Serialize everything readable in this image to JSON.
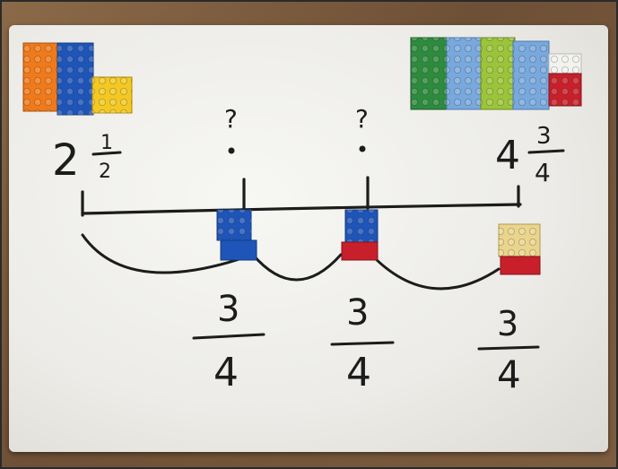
{
  "whiteboard": {
    "start_whole": "2",
    "start_numerator": "1",
    "start_denominator": "2",
    "end_whole": "4",
    "end_numerator": "3",
    "end_denominator": "4",
    "unknown_1": "?",
    "unknown_2": "?",
    "jumps": [
      {
        "numerator": "3",
        "denominator": "4"
      },
      {
        "numerator": "3",
        "denominator": "4"
      },
      {
        "numerator": "3",
        "denominator": "4"
      }
    ]
  },
  "colors": {
    "orange": "#f07a1a",
    "blue": "#1f55b8",
    "yellow": "#f3c823",
    "green": "#2e8b3e",
    "light_blue": "#79a8dd",
    "lime": "#9cc43a",
    "red": "#c8202b",
    "white": "#f2f2ee",
    "tan": "#ead58c"
  }
}
